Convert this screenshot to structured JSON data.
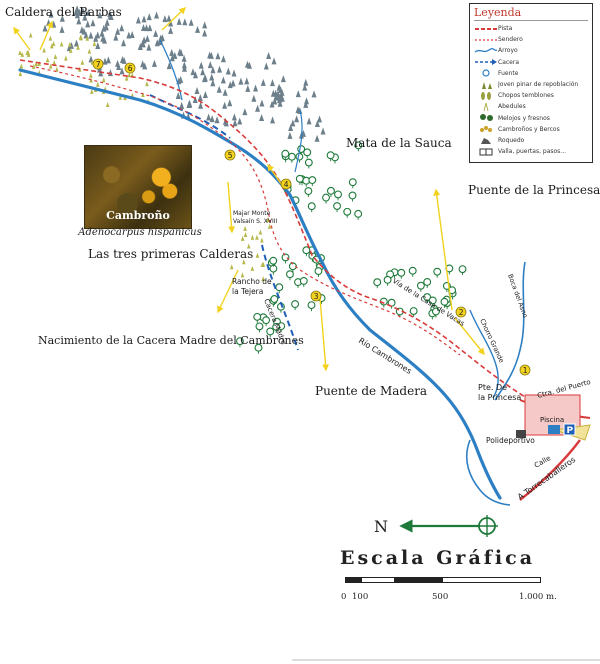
{
  "places": {
    "caldera_barbas": "Caldera del Barbas",
    "mata_sauca": "Mata de la Sauca",
    "puente_princesa": "Puente de la Princesa",
    "tres_calderas": "Las tres primeras Calderas",
    "nacimiento": "Nacimiento de la Cacera Madre del Cambrones",
    "puente_madera": "Puente de Madera",
    "majar_monte": "Majar Monte",
    "valsain": "Valsaín S. XVIII",
    "rancho": "Rancho de",
    "rancho2": "la Tejera",
    "pte_princesa_small": "Pte. De",
    "pte_princesa_small2": "la Princesa",
    "polideportivo": "Polideportivo",
    "piscina": "Piscina",
    "rio": "Río Cambrones",
    "cacera_madre": "Cacera Madre",
    "via_casa": "Vía de la Casa de Vacas",
    "boca_puerto": "Boca del Asno",
    "arroyo_grande": "Chorro Grande",
    "a_torrecaballeros": "A Torrecaballeros",
    "calle": "Calle",
    "ctra": "Ctra. del Puerto",
    "parking": "P"
  },
  "markers": [
    "1",
    "2",
    "3",
    "4",
    "5",
    "6",
    "7"
  ],
  "photo": {
    "title": "Cambroño",
    "caption": "Adenocarpus hispanicus"
  },
  "legend": {
    "title": "Leyenda",
    "items": [
      {
        "label": "Pista",
        "icon": "pista-line",
        "color": "#d93a3a"
      },
      {
        "label": "Sendero",
        "icon": "sendero-line",
        "color": "#d93a3a"
      },
      {
        "label": "Arroyo",
        "icon": "arroyo-line",
        "color": "#2d7fc4"
      },
      {
        "label": "Cacera",
        "icon": "cacera-arrow",
        "color": "#1f5fb8"
      },
      {
        "label": "Fuente",
        "icon": "fuente-icon",
        "color": "#2d7fc4"
      },
      {
        "label": "Joven pinar de repoblación",
        "icon": "pine-icon",
        "color": "#7a8a30"
      },
      {
        "label": "Chopos temblones",
        "icon": "poplar-icon",
        "color": "#9aa040"
      },
      {
        "label": "Abedules",
        "icon": "birch-icon",
        "color": "#b0b050"
      },
      {
        "label": "Melojos y fresnos",
        "icon": "oak-icon",
        "color": "#2f6a2f"
      },
      {
        "label": "Cambroños y Bercos",
        "icon": "shrub-icon",
        "color": "#c9a227"
      },
      {
        "label": "Roquedo",
        "icon": "rock-icon",
        "color": "#555555"
      },
      {
        "label": "Valla, puertas, pasos...",
        "icon": "fence-icon",
        "color": "#333333"
      }
    ]
  },
  "north": {
    "label": "N"
  },
  "scale": {
    "title": "Escala Gráfica",
    "labels": [
      "0",
      "100",
      "500",
      "1.000 m."
    ]
  },
  "colors": {
    "river": "#2d7fc4",
    "track": "#d93a3a",
    "arrow": "#f2d21e",
    "green": "#1e7a3a",
    "pine": "#6c7f8a"
  }
}
